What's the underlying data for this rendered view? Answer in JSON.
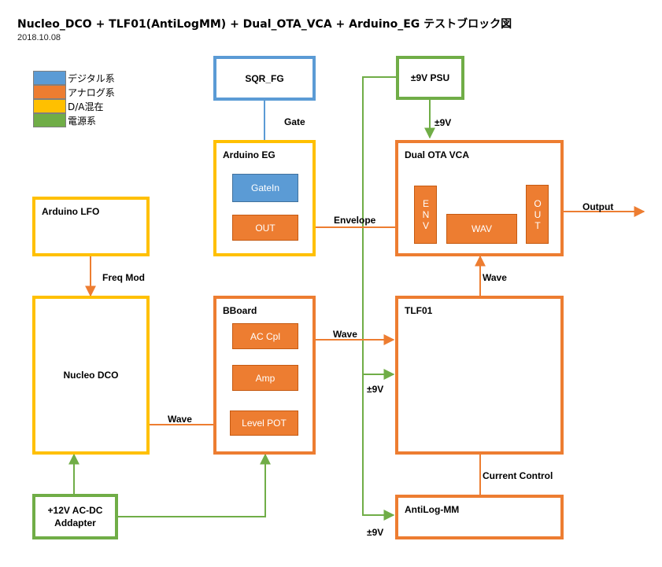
{
  "header": {
    "title": "Nucleo_DCO + TLF01(AntiLogMM) + Dual_OTA_VCA + Arduino_EG テストブロック図",
    "date": "2018.10.08"
  },
  "legend": [
    {
      "label": "デジタル系",
      "color": "#5b9bd5"
    },
    {
      "label": "アナログ系",
      "color": "#ed7d31"
    },
    {
      "label": "D/A混在",
      "color": "#ffc000"
    },
    {
      "label": "電源系",
      "color": "#70ad47"
    }
  ],
  "nodes": {
    "sqr_fg": "SQR_FG",
    "psu": "±9V PSU",
    "arduino_eg": "Arduino EG",
    "gatein": "GateIn",
    "eg_out": "OUT",
    "vca": "Dual OTA VCA",
    "vca_env": "ENV",
    "vca_wav": "WAV",
    "vca_out": "OUT",
    "lfo": "Arduino LFO",
    "dco": "Nucleo DCO",
    "bboard": "BBoard",
    "ac_cpl": "AC Cpl",
    "amp": "Amp",
    "level_pot": "Level POT",
    "tlf01": "TLF01",
    "antilog": "AntiLog-MM",
    "adapter_line1": "+12V AC-DC",
    "adapter_line2": "Addapter"
  },
  "connections": {
    "gate": "Gate",
    "psu_vca": "±9V",
    "envelope": "Envelope",
    "output": "Output",
    "freq_mod": "Freq Mod",
    "dco_wave": "Wave",
    "bboard_wave": "Wave",
    "tlf_wave": "Wave",
    "tlf_power": "±9V",
    "current_control": "Current Control",
    "antilog_power": "±9V"
  }
}
